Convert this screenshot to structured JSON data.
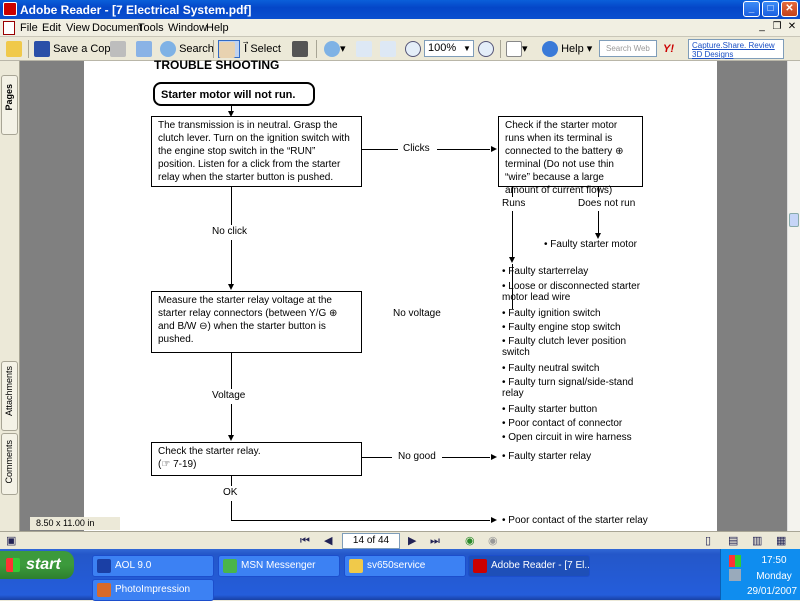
{
  "window": {
    "title": "Adobe Reader - [7 Electrical System.pdf]",
    "min": "_",
    "max": "□",
    "close": "✕"
  },
  "menu": {
    "items": [
      "File",
      "Edit",
      "View",
      "Document",
      "Tools",
      "Window",
      "Help"
    ],
    "inner_min": "_",
    "inner_restore": "❐",
    "inner_close": "✕"
  },
  "toolbar": {
    "save_copy": "Save a Copy",
    "search": "Search",
    "select": "Select",
    "zoom": "100%",
    "help": "Help",
    "search_web_placeholder": "Search Web",
    "yahoo": "Y!",
    "capture_line1": "Capture.Share. Review",
    "capture_line2": "3D Designs"
  },
  "leftnav": {
    "pages": "Pages",
    "attachments": "Attachments",
    "comments": "Comments"
  },
  "page_size": "8.50 x 11.00 in",
  "doc": {
    "heading": "TROUBLE SHOOTING",
    "start_box": "Starter motor will not run.",
    "box1": "The transmission is in neutral. Grasp the clutch lever. Turn on the ignition switch with the engine stop switch in the “RUN” position. Listen for a click from the starter relay when the starter button is pushed.",
    "clicks": "Clicks",
    "box2": "Check if the starter motor runs when its terminal is connected to the battery ⊕ terminal (Do not use thin “wire” because a large amount of current flows)",
    "runs": "Runs",
    "does_not_run": "Does not run",
    "faulty_motor": "• Faulty starter motor",
    "no_click": "No click",
    "box3": "Measure the starter relay voltage at the starter relay connectors (between Y/G ⊕ and B/W ⊖) when the starter button is pushed.",
    "no_voltage": "No voltage",
    "bullets": [
      "• Faulty starterrelay",
      "• Loose or disconnected starter motor lead wire",
      "• Faulty ignition switch",
      "• Faulty engine stop switch",
      "• Faulty clutch lever position switch",
      "• Faulty neutral switch",
      "• Faulty turn signal/side-stand relay",
      "• Faulty starter button",
      "• Poor contact of connector",
      "• Open circuit in wire harness"
    ],
    "voltage": "Voltage",
    "box4_line1": "Check the starter relay.",
    "box4_line2": "(☞ 7-19)",
    "no_good": "No good",
    "faulty_relay": "• Faulty starter relay",
    "ok": "OK",
    "poor_contact": "• Poor contact of the starter relay"
  },
  "status": {
    "page_display": "14 of 44"
  },
  "taskbar": {
    "start": "start",
    "tasks": [
      "AOL 9.0",
      "MSN Messenger",
      "sv650service",
      "Adobe Reader - [7 El...",
      "PhotoImpression"
    ],
    "time": "17:50",
    "day": "Monday",
    "date": "29/01/2007"
  },
  "colors": {
    "titlebar": "#0A5FD9",
    "taskbar": "#245DDB",
    "start": "#3C9A3C",
    "tray": "#0F8DEF"
  }
}
